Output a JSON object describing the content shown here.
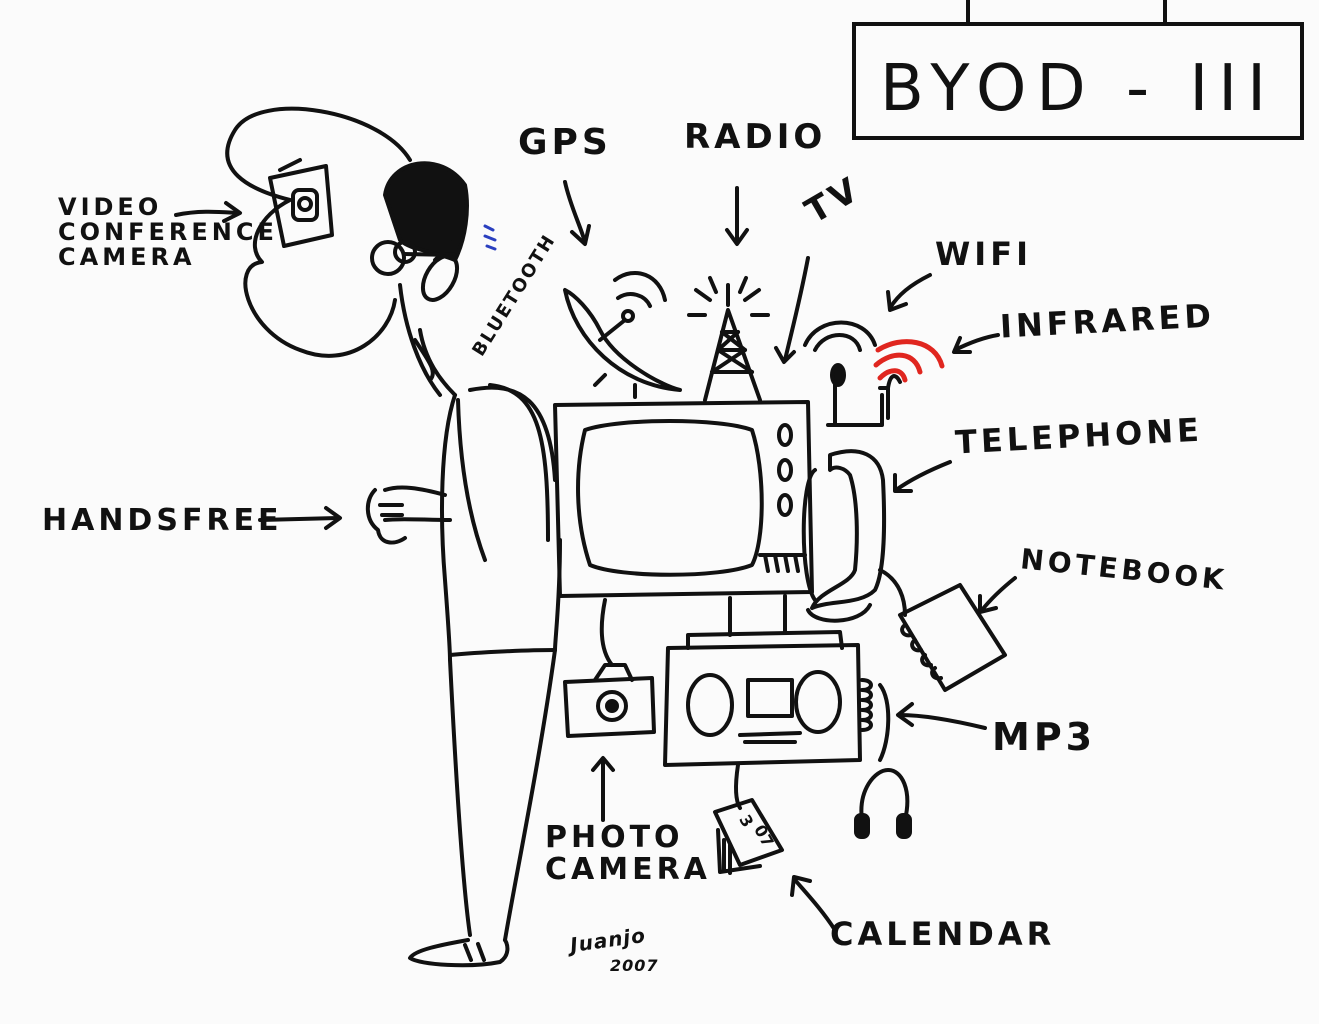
{
  "title": {
    "text": "BYOD - III"
  },
  "labels": {
    "video_conference_camera": [
      "VIDEO",
      "CONFERENCE",
      "CAMERA"
    ],
    "gps": "GPS",
    "radio": "RADIO",
    "tv": "TV",
    "wifi": "WIFI",
    "infrared": "INFRARED",
    "bluetooth": "BLUETOOTH",
    "telephone": "TELEPHONE",
    "handsfree": "HANDSFREE",
    "notebook": "NOTEBOOK",
    "mp3": "MP3",
    "photo_camera": [
      "PHOTO",
      "CAMERA"
    ],
    "calendar": "CALENDAR",
    "calendar_page": [
      "3",
      "07"
    ]
  },
  "signature": {
    "name": "Juanjo",
    "year": "2007"
  },
  "colors": {
    "ink": "#111111",
    "infrared": "#e0261f",
    "bluetooth": "#2a3fbf",
    "paper": "#fbfbfb"
  }
}
